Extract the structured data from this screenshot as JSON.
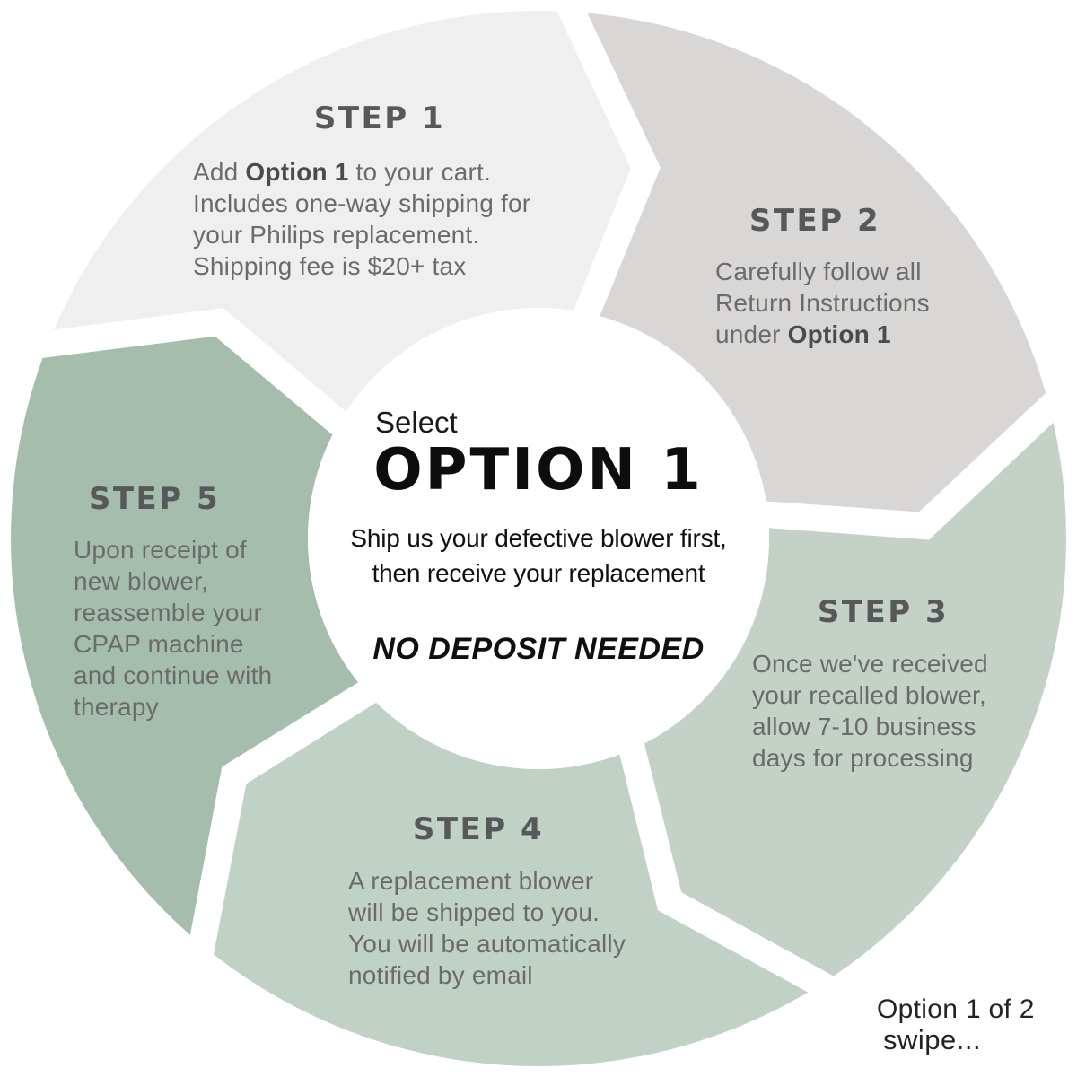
{
  "center": {
    "kicker": "Select",
    "title": "OPTION 1",
    "description_lines": [
      "Ship us your defective blower first,",
      "then receive your replacement"
    ],
    "note": "NO DEPOSIT NEEDED"
  },
  "steps": [
    {
      "label": "STEP 1",
      "color": "#f0efef",
      "lines": [
        "Add **Option 1** to your cart.",
        "Includes one-way shipping for",
        "your Philips replacement.",
        "Shipping fee is $20+ tax"
      ]
    },
    {
      "label": "STEP 2",
      "color": "#d9d7d5",
      "lines": [
        "Carefully follow all",
        "Return Instructions",
        "under **Option 1**"
      ]
    },
    {
      "label": "STEP 3",
      "color": "#c4d1c6",
      "lines": [
        "Once we've received",
        "your recalled blower,",
        "allow 7-10 business",
        "days for processing"
      ]
    },
    {
      "label": "STEP 4",
      "color": "#c0d2c6",
      "lines": [
        "A replacement blower",
        "will be shipped to you.",
        "You will be automatically",
        "notified by email"
      ]
    },
    {
      "label": "STEP 5",
      "color": "#a5bdac",
      "lines": [
        "Upon receipt of",
        "new blower,",
        "reassemble your",
        "CPAP machine",
        "and continue with",
        "therapy"
      ]
    }
  ],
  "footer": {
    "page_label": "Option 1 of 2",
    "swipe_label": "swipe..."
  },
  "colors": {
    "background": "#ffffff",
    "heading_text": "#57585a",
    "body_text": "#6b6b6b",
    "center_text": "#0d0d0d"
  }
}
